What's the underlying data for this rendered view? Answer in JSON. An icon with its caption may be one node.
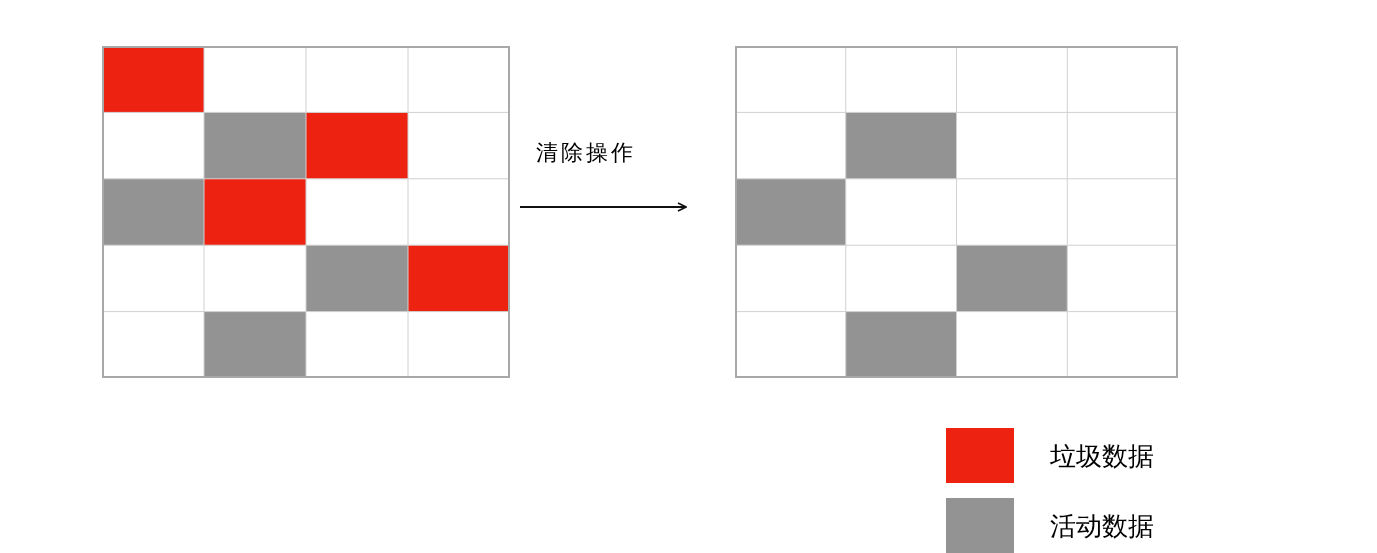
{
  "diagram": {
    "nodes": [
      {
        "text": [],
        "shape": "box"
      },
      {
        "text": [],
        "shape": "box"
      }
    ],
    "edges": [
      {
        "from": 0,
        "to": 1,
        "arrow": "to",
        "label": "清除操作"
      }
    ],
    "legend": [
      {
        "text": "垃圾数据",
        "color": "#ee2211"
      },
      {
        "text": "活动数据",
        "color": "#939393"
      }
    ]
  }
}
